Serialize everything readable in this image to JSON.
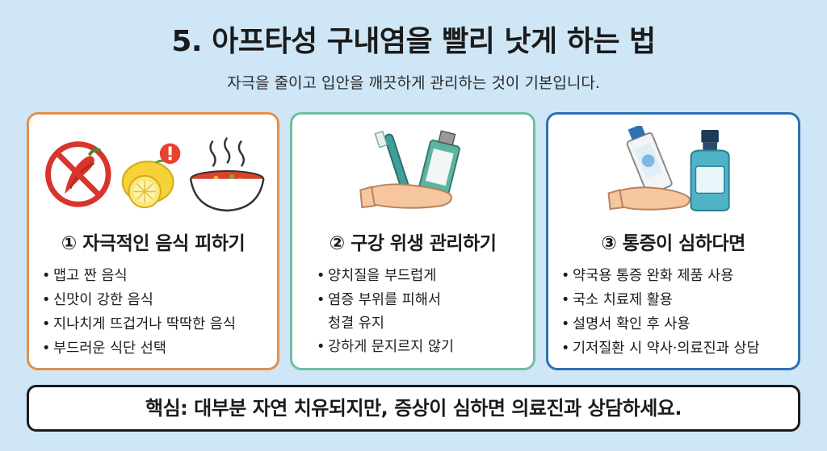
{
  "title": "5. 아프타성 구내염을 빨리 낫게 하는 법",
  "subtitle": "자극을 줄이고 입안을 깨끗하게 관리하는 것이 기본입니다.",
  "cards": [
    {
      "heading": "① 자극적인 음식 피하기",
      "items": [
        "맵고 짠 음식",
        "신맛이 강한 음식",
        "지나치게 뜨겁거나 딱딱한 음식",
        "부드러운 식단 선택"
      ],
      "icons": [
        "no-spicy-pepper-icon",
        "lemon-warning-icon",
        "hot-soup-bowl-icon"
      ]
    },
    {
      "heading": "② 구강 위생 관리하기",
      "items": [
        "양치질을 부드럽게",
        "염증 부위를 피해서",
        "청결 유지",
        "강하게 문지르지 않기"
      ],
      "icons": [
        "hand-toothbrush-toothpaste-icon"
      ]
    },
    {
      "heading": "③ 통증이 심하다면",
      "items": [
        "약국용 통증 완화 제품 사용",
        "국소 치료제 활용",
        "설명서 확인 후 사용",
        "기저질환 시 약사·의료진과 상담"
      ],
      "icons": [
        "hand-ointment-tube-icon",
        "mouthwash-bottle-icon"
      ]
    }
  ],
  "footer": "핵심: 대부분 자연 치유되지만, 증상이 심하면 의료진과 상담하세요.",
  "colors": {
    "background": "#cfe6f6",
    "card1_border": "#e58f4a",
    "card2_border": "#6fbfa0",
    "card3_border": "#2f70b3"
  }
}
